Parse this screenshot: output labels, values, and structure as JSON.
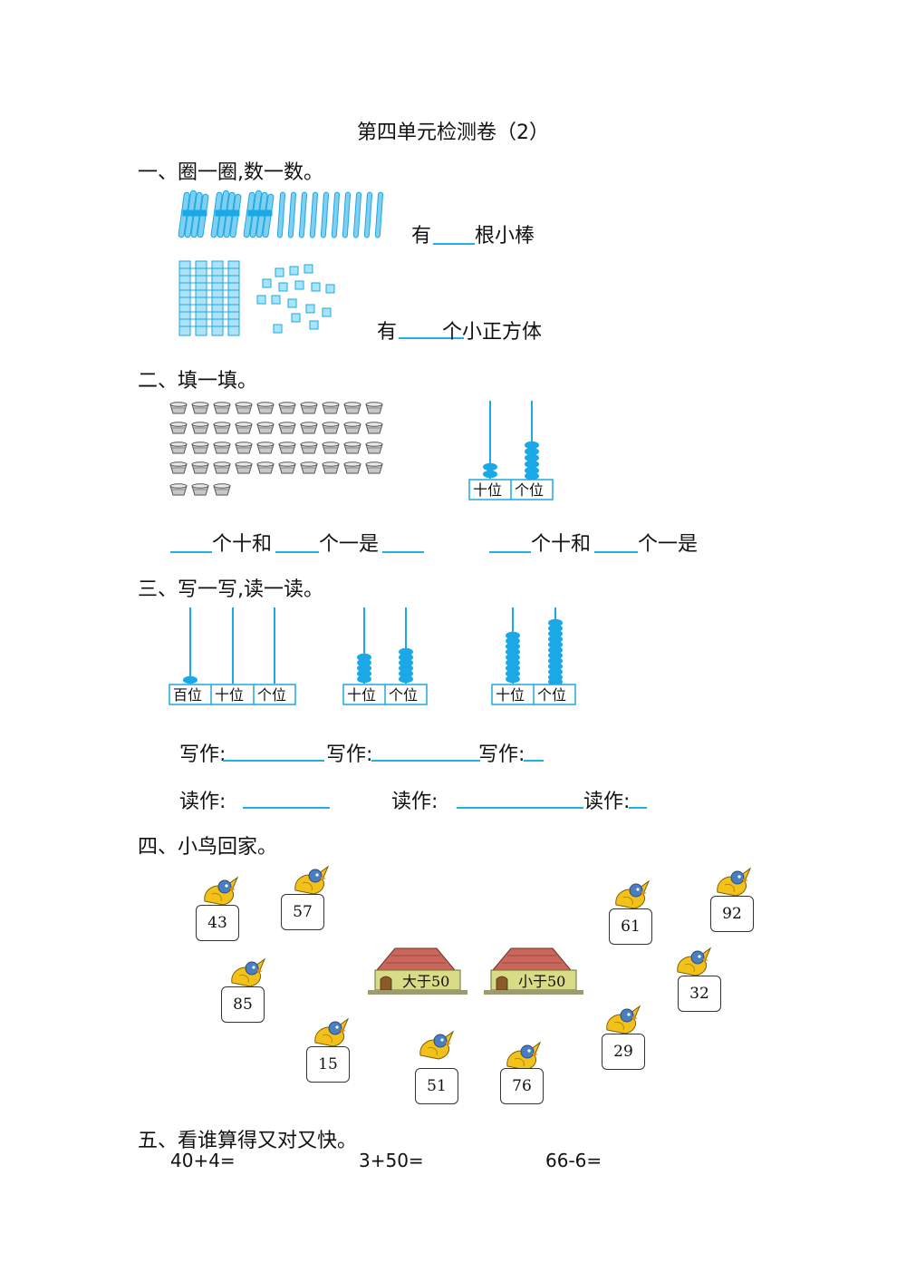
{
  "title": "第四单元检测卷（2）",
  "section1": {
    "heading": "一、圈一圈,数一数。",
    "q1_prefix": "有",
    "q1_suffix": "根小棒",
    "q2_prefix": "有",
    "q2_suffix": "个小正方体"
  },
  "section2": {
    "heading": "二、填一填。",
    "abacus_labels": [
      "十位",
      "个位"
    ],
    "left_text_1": "个十和",
    "left_text_2": "个一是",
    "right_text_1": "个十和",
    "right_text_2": "个一是"
  },
  "section3": {
    "heading": "三、写一写,读一读。",
    "abacus1_labels": [
      "百位",
      "十位",
      "个位"
    ],
    "abacus2_labels": [
      "十位",
      "个位"
    ],
    "abacus3_labels": [
      "十位",
      "个位"
    ],
    "write_label": "写作:",
    "read_label": "读作:"
  },
  "section4": {
    "heading": "四、小鸟回家。",
    "house_left": "大于50",
    "house_right": "小于50",
    "birds": [
      "43",
      "57",
      "85",
      "15",
      "51",
      "76",
      "29",
      "32",
      "61",
      "92"
    ]
  },
  "section5": {
    "heading": "五、看谁算得又对又快。",
    "problems": [
      "40+4=",
      "3+50=",
      "66-6="
    ]
  },
  "colors": {
    "accent": "#1aa8e6",
    "bird": "#f2c21a",
    "roof": "#c9685a",
    "wall": "#d8dc86"
  }
}
